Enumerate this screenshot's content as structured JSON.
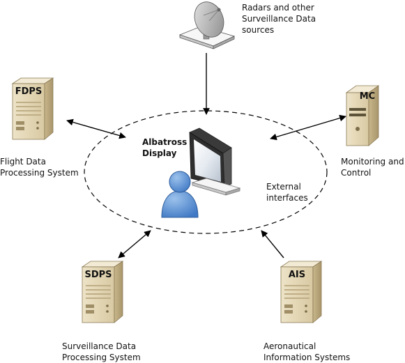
{
  "nodes": {
    "radar": {
      "caption": [
        "Radars and other",
        "Surveillance Data",
        "sources"
      ]
    },
    "fdps": {
      "badge": "FDPS",
      "caption": [
        "Flight Data",
        "Processing System"
      ]
    },
    "mc": {
      "badge": "MC",
      "caption": [
        "Monitoring and",
        "Control"
      ]
    },
    "sdps": {
      "badge": "SDPS",
      "caption": [
        "Surveillance Data",
        "Processing System"
      ]
    },
    "ais": {
      "badge": "AIS",
      "caption": [
        "Aeronautical",
        "Information Systems"
      ]
    },
    "center": {
      "caption": [
        "Albatross",
        "Display"
      ]
    }
  },
  "external_label": [
    "External",
    "interfaces"
  ]
}
